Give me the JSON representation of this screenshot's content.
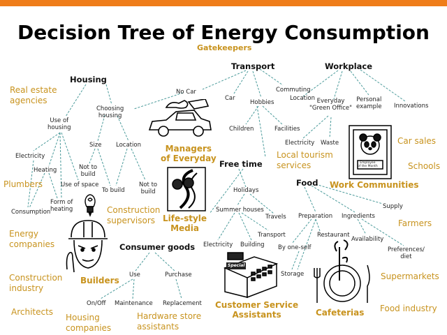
{
  "title": "Decision Tree of Energy Consumption",
  "subtitle": "Gatekeepers",
  "colors": {
    "accent_bar": "#ef7d1a",
    "gatekeeper_text": "#c8931e",
    "connector": "#4a9a9a"
  },
  "headings": {
    "housing": "Housing",
    "transport": "Transport",
    "workplace": "Workplace",
    "free_time": "Free time",
    "food": "Food",
    "consumer_goods": "Consumer goods"
  },
  "nodes": {
    "no_car": "No Car",
    "car": "Car",
    "hobbies": "Hobbies",
    "commuting": "Commuting",
    "location_work": "Location",
    "everyday_green_office": "Everyday\n\"Green Office\"",
    "personal_example": "Personal\nexample",
    "innovations": "Innovations",
    "children": "Children",
    "facilities": "Facilities",
    "electricity_work": "Electricity",
    "waste": "Waste",
    "choosing_housing": "Choosing\nhousing",
    "use_of_housing": "Use of\nhousing",
    "size": "Size",
    "location_housing": "Location",
    "electricity_housing": "Electricity",
    "heating": "Heating",
    "not_to_build_1": "Not to\nbuild",
    "not_to_build_2": "Not to\nbuild",
    "to_build": "To build",
    "use_of_space": "Use of space",
    "form_of_heating": "Form of\nheating",
    "consumption": "Consumption",
    "holidays": "Holidays",
    "summer_houses": "Summer houses",
    "travels": "Travels",
    "electricity_free": "Electricity",
    "building": "Building",
    "transport_free": "Transport",
    "preparation": "Preparation",
    "ingredients": "Ingredients",
    "supply": "Supply",
    "restaurant": "Restaurant",
    "by_one_self": "By one-self",
    "availability": "Availability",
    "preferences_diet": "Preferences/\ndiet",
    "storage": "Storage",
    "use": "Use",
    "purchase": "Purchase",
    "on_off": "On/Off",
    "maintenance": "Maintenance",
    "replacement": "Replacement"
  },
  "gatekeepers": {
    "real_estate": "Real estate\nagencies",
    "plumbers": "Plumbers",
    "energy_companies": "Energy\ncompanies",
    "construction_industry": "Construction\nindustry",
    "architects": "Architects",
    "housing_companies": "Housing\ncompanies",
    "construction_supervisors": "Construction\nsupervisors",
    "hardware_store": "Hardware store\nassistants",
    "local_tourism": "Local tourism\nservices",
    "car_sales": "Car sales",
    "schools": "Schools",
    "farmers": "Farmers",
    "supermarkets": "Supermarkets",
    "food_industry": "Food industry"
  },
  "group_labels": {
    "managers_of_everyday": "Managers\nof Everyday",
    "work_communities": "Work Communities",
    "life_style_media": "Life-style\nMedia",
    "builders": "Builders",
    "customer_service": "Customer Service\nAssistants",
    "cafeterias": "Cafeterias"
  },
  "illustrations": {
    "poster_caption": "Employee\nof the Month",
    "till_sign": "Special"
  }
}
